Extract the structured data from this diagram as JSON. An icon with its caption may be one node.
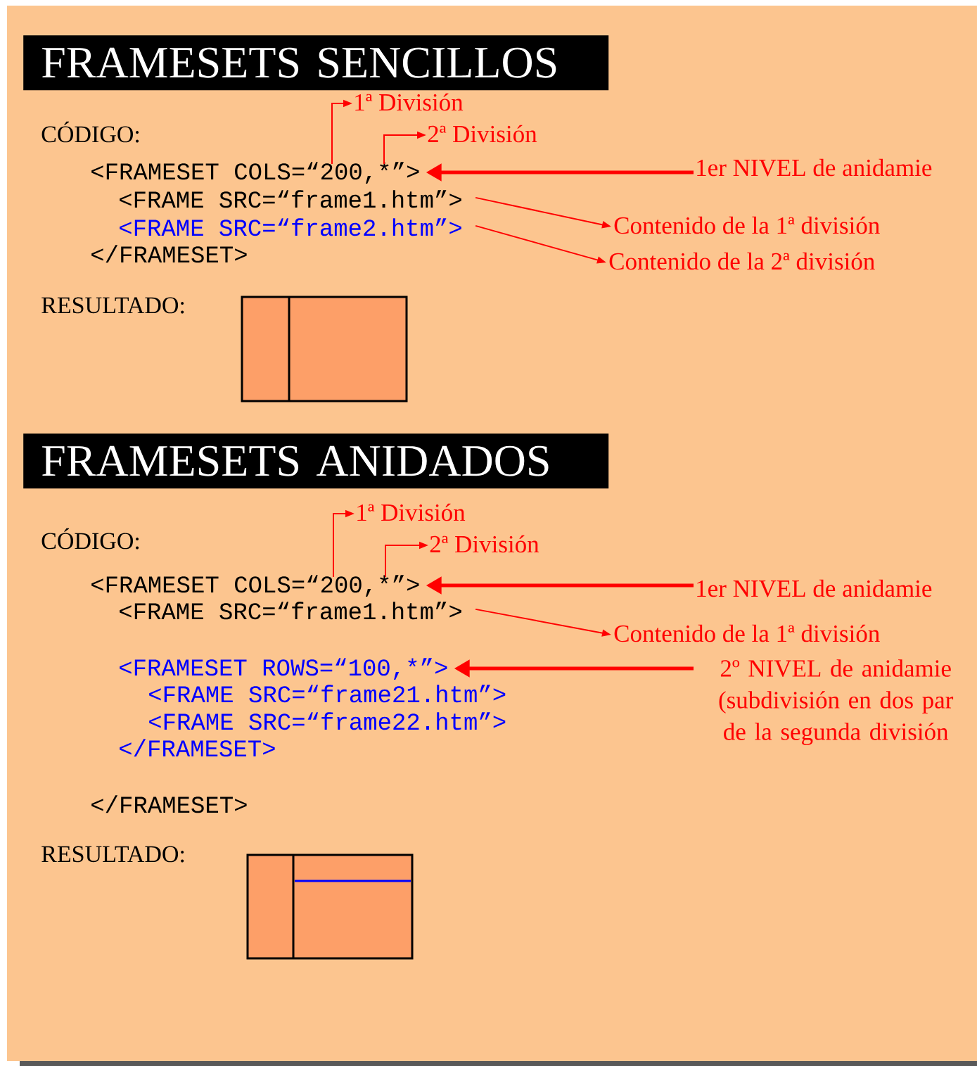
{
  "diagram": {
    "nodes": [
      {
        "text": [
          "FRAMESETS SENCILLOS"
        ]
      },
      {
        "text": [
          "1ª División"
        ]
      },
      {
        "text": [
          "2ª División"
        ]
      },
      {
        "text": [
          "<FRAMESET COLS=“200,*”>"
        ]
      },
      {
        "text": [
          "1er NIVEL de anidamie"
        ]
      },
      {
        "text": [
          "<FRAME SRC=“frame1.htm”>"
        ]
      },
      {
        "text": [
          "Contenido de la 1ª división"
        ]
      },
      {
        "text": [
          "<FRAME SRC=“frame2.htm”>"
        ]
      },
      {
        "text": [
          "Contenido de la 2ª división"
        ]
      },
      {
        "text": [
          "FRAMESETS ANIDADOS"
        ]
      },
      {
        "text": [
          "1ª División"
        ]
      },
      {
        "text": [
          "2ª División"
        ]
      },
      {
        "text": [
          "<FRAMESET COLS=“200,*”>"
        ]
      },
      {
        "text": [
          "1er NIVEL de anidamie"
        ]
      },
      {
        "text": [
          "<FRAME SRC=“frame1.htm”>"
        ]
      },
      {
        "text": [
          "Contenido de la 1ª división"
        ]
      },
      {
        "text": [
          "<FRAMESET ROWS=“100,*”>"
        ]
      },
      {
        "text": [
          "2º NIVEL de anidamie (subdivisión en dos par de la segunda división"
        ]
      }
    ],
    "edges": [
      {
        "from": 3,
        "to": 1,
        "arrow": "to"
      },
      {
        "from": 3,
        "to": 2,
        "arrow": "to"
      },
      {
        "from": 4,
        "to": 3,
        "arrow": "to",
        "style": "thick"
      },
      {
        "from": 5,
        "to": 6,
        "arrow": "to"
      },
      {
        "from": 7,
        "to": 8,
        "arrow": "to"
      },
      {
        "from": 12,
        "to": 10,
        "arrow": "to"
      },
      {
        "from": 12,
        "to": 11,
        "arrow": "to"
      },
      {
        "from": 13,
        "to": 12,
        "arrow": "to",
        "style": "thick"
      },
      {
        "from": 14,
        "to": 15,
        "arrow": "to"
      },
      {
        "from": 17,
        "to": 16,
        "arrow": "to",
        "style": "thick"
      }
    ],
    "labels": [
      "CÓDIGO:",
      "</FRAMESET>",
      "RESULTADO:",
      "CÓDIGO:",
      "<FRAME SRC=“frame21.htm”>",
      "<FRAME SRC=“frame22.htm”>",
      "</FRAMESET>",
      "</FRAMESET>",
      "RESULTADO:"
    ]
  }
}
